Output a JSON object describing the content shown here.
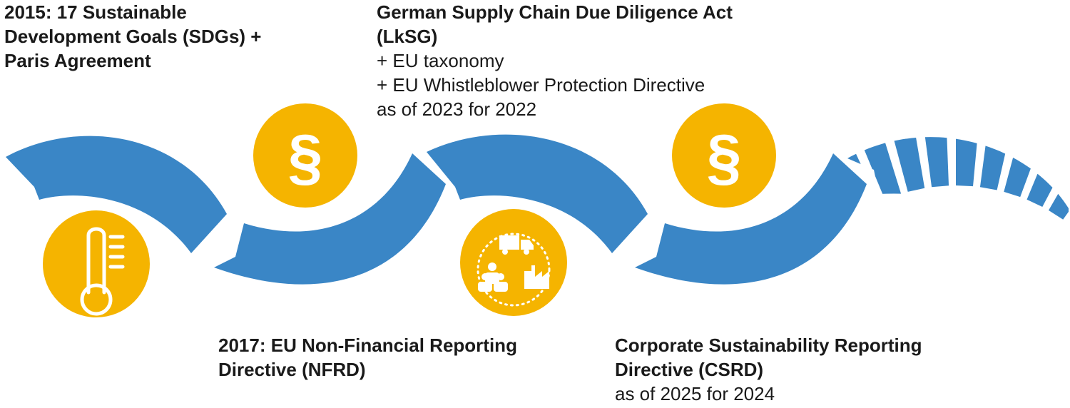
{
  "milestones": [
    {
      "title": "2015: 17 Sustainable Development Goals (SDGs) + Paris Agreement",
      "notes": []
    },
    {
      "title": "2017: EU Non-Financial Reporting Directive (NFRD)",
      "notes": []
    },
    {
      "title": "German Supply Chain Due Diligence Act (LkSG)",
      "notes": [
        "+ EU taxonomy",
        "+ EU Whistleblower Protection Directive",
        "as of 2023 for 2022"
      ]
    },
    {
      "title": "Corporate Sustainability Reporting Directive (CSRD)",
      "notes": [
        "as of 2025 for 2024"
      ]
    }
  ],
  "icons": {
    "paragraph_symbol": "§",
    "items": [
      "thermometer-icon",
      "paragraph-icon",
      "supply-chain-icon",
      "paragraph-icon"
    ]
  },
  "colors": {
    "ribbon": "#3a86c6",
    "circle": "#f5b400",
    "text": "#1a1a1a"
  }
}
